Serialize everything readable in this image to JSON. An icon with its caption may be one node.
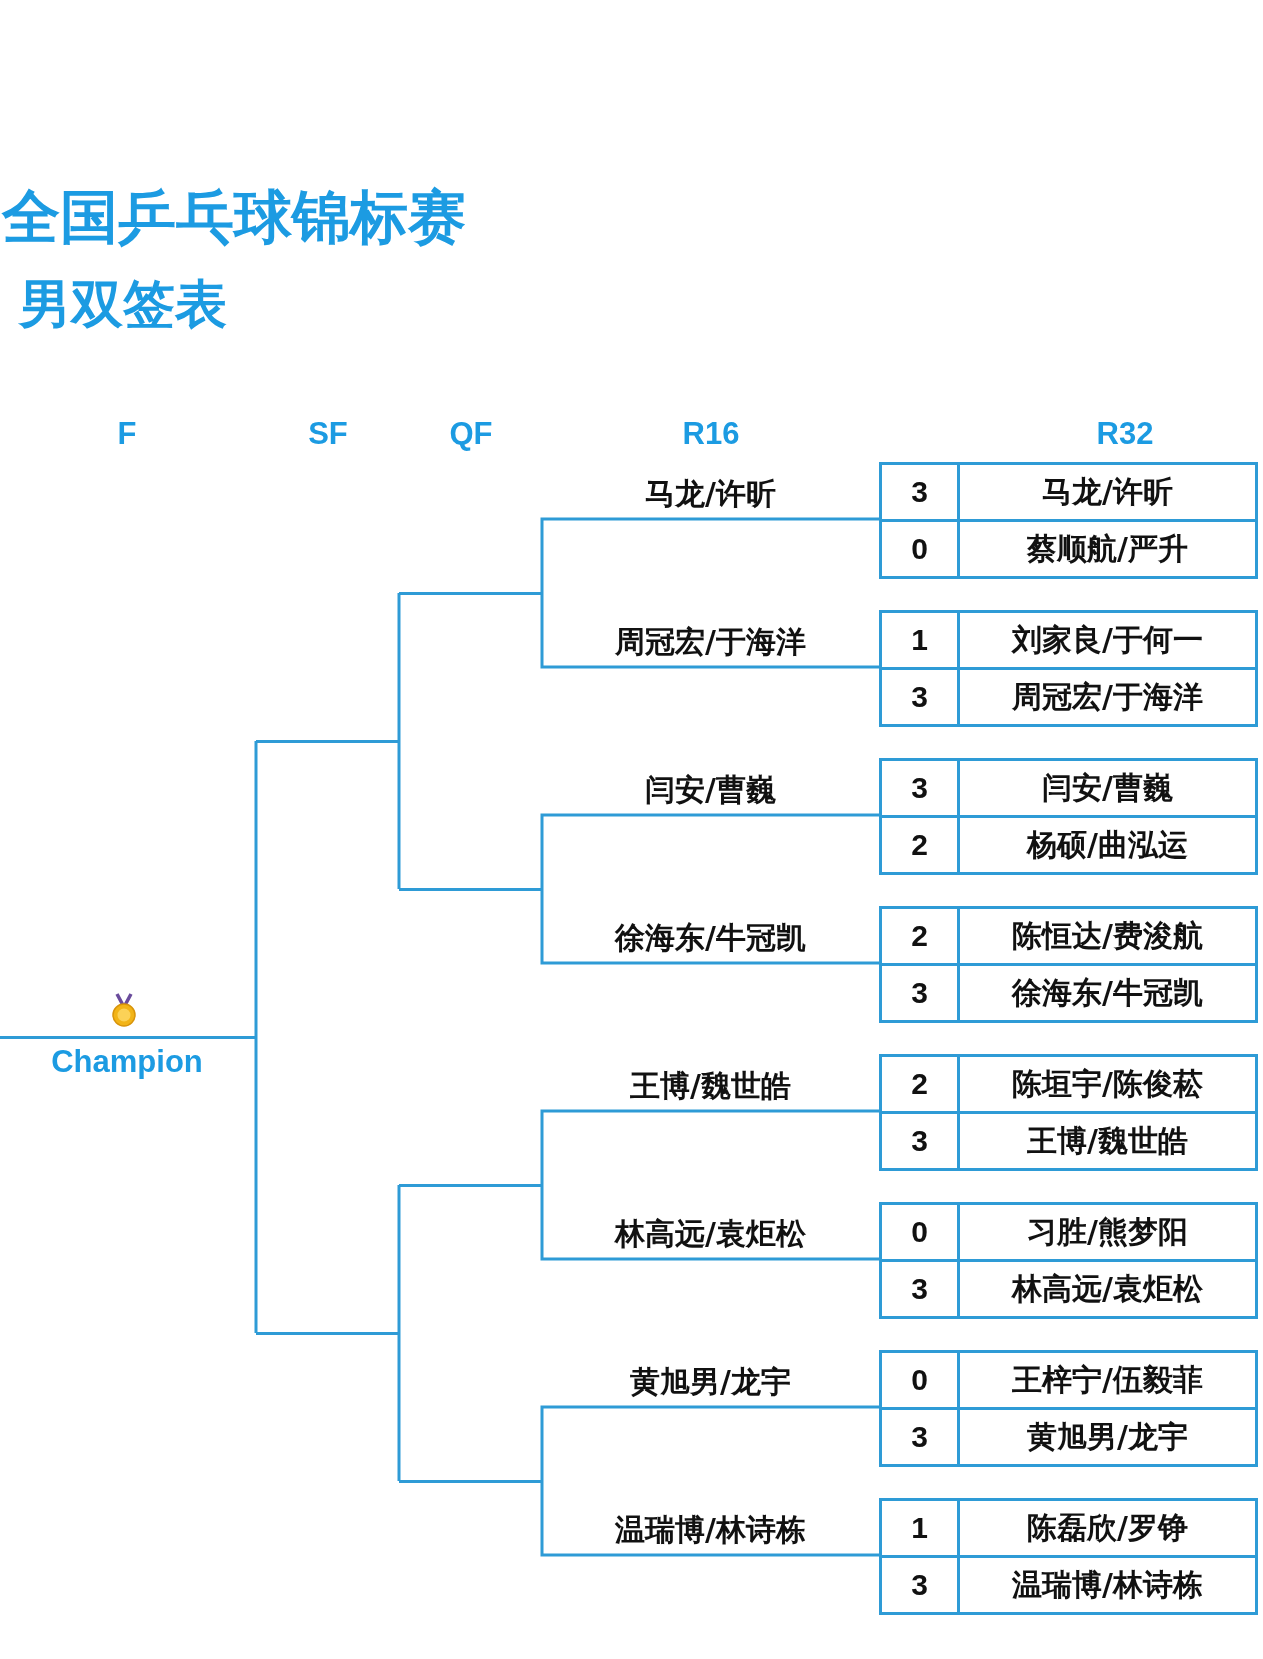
{
  "diagram": {
    "title": "全国乒乓球锦标赛",
    "nodes": [
      {
        "text": [
          "3",
          "马龙/许昕",
          "0",
          "蔡顺航/严升"
        ]
      },
      {
        "text": [
          "1",
          "刘家良/于何一",
          "3",
          "周冠宏/于海洋"
        ]
      },
      {
        "text": [
          "3",
          "闫安/曹巍",
          "2",
          "杨硕/曲泓运"
        ]
      },
      {
        "text": [
          "2",
          "陈恒达/费浚航",
          "3",
          "徐海东/牛冠凯"
        ]
      },
      {
        "text": [
          "2",
          "陈垣宇/陈俊菘",
          "3",
          "王博/魏世皓"
        ]
      },
      {
        "text": [
          "0",
          "习胜/熊梦阳",
          "3",
          "林高远/袁炬松"
        ]
      },
      {
        "text": [
          "0",
          "王梓宁/伍毅菲",
          "3",
          "黄旭男/龙宇"
        ]
      },
      {
        "text": [
          "1",
          "陈磊欣/罗铮",
          "3",
          "温瑞博/林诗栋"
        ]
      },
      {
        "text": [],
        "shape": "line"
      },
      {
        "text": [],
        "shape": "line"
      },
      {
        "text": [],
        "shape": "line"
      },
      {
        "text": [],
        "shape": "line"
      },
      {
        "text": [],
        "shape": "line"
      },
      {
        "text": [],
        "shape": "line"
      },
      {
        "text": [
          "Champion"
        ]
      }
    ],
    "edges": [
      {
        "from": 0,
        "to": 8,
        "arrow": "none",
        "label": "马龙/许昕"
      },
      {
        "from": 1,
        "to": 8,
        "arrow": "none",
        "label": "周冠宏/于海洋"
      },
      {
        "from": 2,
        "to": 9,
        "arrow": "none",
        "label": "闫安/曹巍"
      },
      {
        "from": 3,
        "to": 9,
        "arrow": "none",
        "label": "徐海东/牛冠凯"
      },
      {
        "from": 4,
        "to": 10,
        "arrow": "none",
        "label": "王博/魏世皓"
      },
      {
        "from": 5,
        "to": 10,
        "arrow": "none",
        "label": "林高远/袁炬松"
      },
      {
        "from": 6,
        "to": 11,
        "arrow": "none",
        "label": "黄旭男/龙宇"
      },
      {
        "from": 7,
        "to": 11,
        "arrow": "none",
        "label": "温瑞博/林诗栋"
      },
      {
        "from": 8,
        "to": 12,
        "arrow": "none"
      },
      {
        "from": 9,
        "to": 12,
        "arrow": "none"
      },
      {
        "from": 10,
        "to": 13,
        "arrow": "none"
      },
      {
        "from": 11,
        "to": 13,
        "arrow": "none"
      },
      {
        "from": 12,
        "to": 14,
        "arrow": "none"
      },
      {
        "from": 13,
        "to": 14,
        "arrow": "none"
      }
    ],
    "labels": [
      "男双签表",
      "F",
      "SF",
      "QF",
      "R16",
      "R32"
    ]
  }
}
